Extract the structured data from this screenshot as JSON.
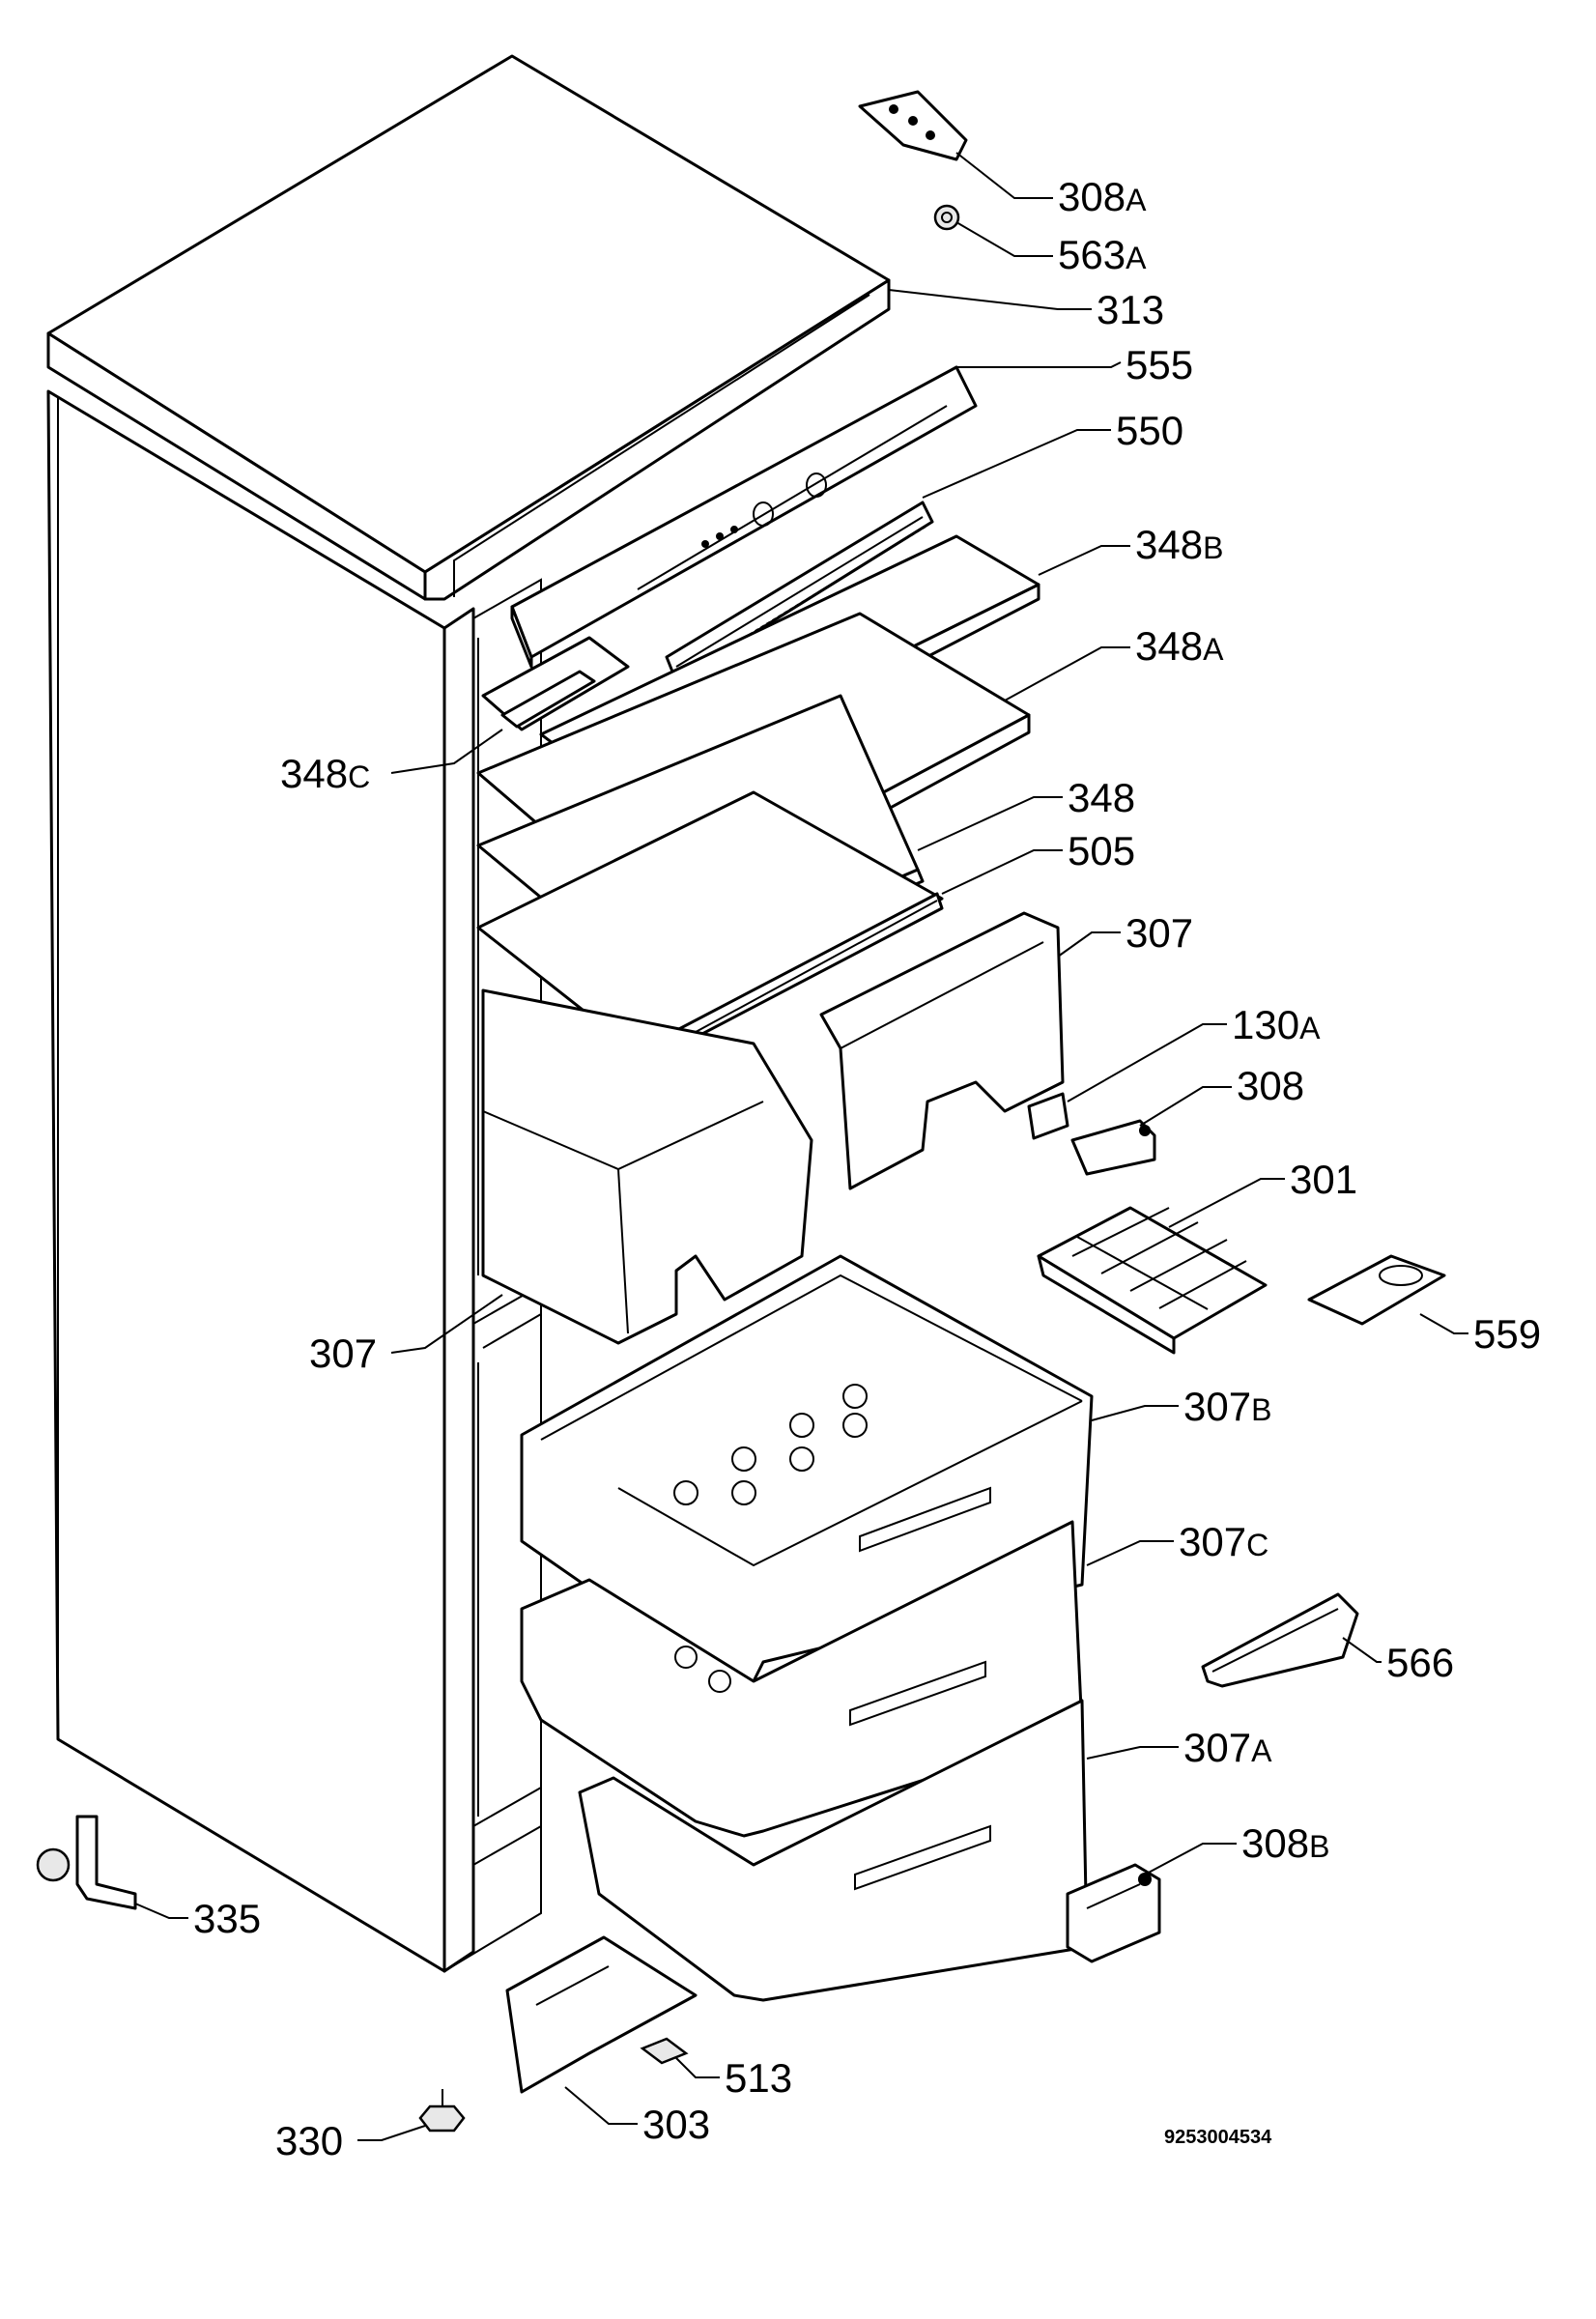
{
  "diagram": {
    "doc_code": "9253004534",
    "labels": [
      {
        "id": "l308a",
        "num": "308",
        "suf": "A"
      },
      {
        "id": "l563a",
        "num": "563",
        "suf": "A"
      },
      {
        "id": "l313",
        "num": "313",
        "suf": ""
      },
      {
        "id": "l555",
        "num": "555",
        "suf": ""
      },
      {
        "id": "l550",
        "num": "550",
        "suf": ""
      },
      {
        "id": "l348b",
        "num": "348",
        "suf": "B"
      },
      {
        "id": "l348a",
        "num": "348",
        "suf": "A"
      },
      {
        "id": "l348c",
        "num": "348",
        "suf": "C"
      },
      {
        "id": "l348",
        "num": "348",
        "suf": ""
      },
      {
        "id": "l505",
        "num": "505",
        "suf": ""
      },
      {
        "id": "l307top",
        "num": "307",
        "suf": ""
      },
      {
        "id": "l130a",
        "num": "130",
        "suf": "A"
      },
      {
        "id": "l308",
        "num": "308",
        "suf": ""
      },
      {
        "id": "l301",
        "num": "301",
        "suf": ""
      },
      {
        "id": "l559",
        "num": "559",
        "suf": ""
      },
      {
        "id": "l307left",
        "num": "307",
        "suf": ""
      },
      {
        "id": "l307b",
        "num": "307",
        "suf": "B"
      },
      {
        "id": "l307c",
        "num": "307",
        "suf": "C"
      },
      {
        "id": "l566",
        "num": "566",
        "suf": ""
      },
      {
        "id": "l307a",
        "num": "307",
        "suf": "A"
      },
      {
        "id": "l308b",
        "num": "308",
        "suf": "B"
      },
      {
        "id": "l335",
        "num": "335",
        "suf": ""
      },
      {
        "id": "l513",
        "num": "513",
        "suf": ""
      },
      {
        "id": "l330",
        "num": "330",
        "suf": ""
      },
      {
        "id": "l303",
        "num": "303",
        "suf": ""
      }
    ]
  }
}
